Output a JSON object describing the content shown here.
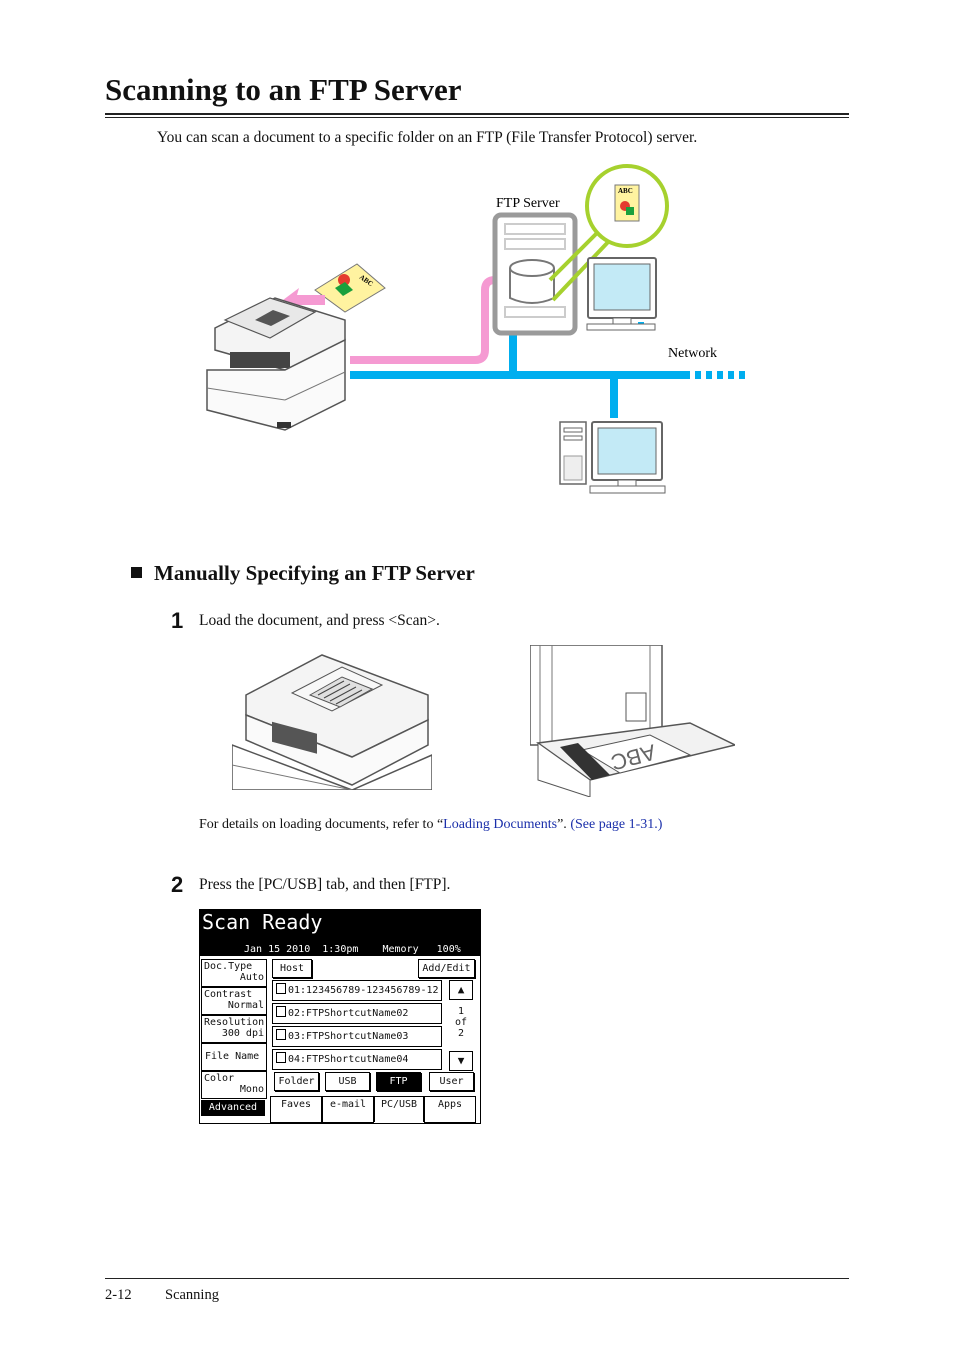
{
  "title": "Scanning to an FTP Server",
  "intro": "You can scan a document to a specific folder on an FTP (File Transfer Protocol) server.",
  "diagram": {
    "ftp_server_label": "FTP Server",
    "network_label": "Network",
    "doc_label": "ABC",
    "bubble_doc_label": "ABC"
  },
  "section": {
    "heading": "Manually Specifying an FTP Server"
  },
  "steps": [
    {
      "number": "1",
      "text": "Load the document, and press <Scan>."
    },
    {
      "number": "2",
      "text": "Press the [PC/USB] tab, and then [FTP]."
    }
  ],
  "glass_doc_label": "ABC",
  "details": {
    "prefix": "For details on loading documents, refer to “",
    "link_text": "Loading Documents",
    "middle": "”. ",
    "page_ref": "(See page 1-31.)"
  },
  "lcd": {
    "title": "Scan Ready",
    "status": "Jan 15 2010  1:30pm    Memory   100%",
    "settings": [
      {
        "label": "Doc.Type",
        "value": "Auto"
      },
      {
        "label": "Contrast",
        "value": "Normal"
      },
      {
        "label": "Resolution",
        "value": "300 dpi"
      },
      {
        "label": "File Name",
        "value": ""
      },
      {
        "label": "Color",
        "value": "Mono"
      }
    ],
    "advanced": "Advanced",
    "host": "Host",
    "add_edit": "Add/Edit",
    "rows": [
      "01:123456789-123456789-12",
      "02:FTPShortcutName02",
      "03:FTPShortcutName03",
      "04:FTPShortcutName04"
    ],
    "page_current": "1",
    "page_of": "of",
    "page_total": "2",
    "up_arrow": "▲",
    "down_arrow": "▼",
    "dest_buttons": [
      "Folder",
      "USB",
      "FTP",
      "User"
    ],
    "tabs": [
      "Faves",
      "e-mail",
      "PC/USB",
      "Apps"
    ]
  },
  "footer": {
    "page": "2-12",
    "section": "Scanning"
  },
  "colors": {
    "network": "#00aeef",
    "pink_arrow": "#f59ad2",
    "bubble": "#a6d12e",
    "server_gray": "#9a9a9a",
    "link": "#1a2faa"
  }
}
